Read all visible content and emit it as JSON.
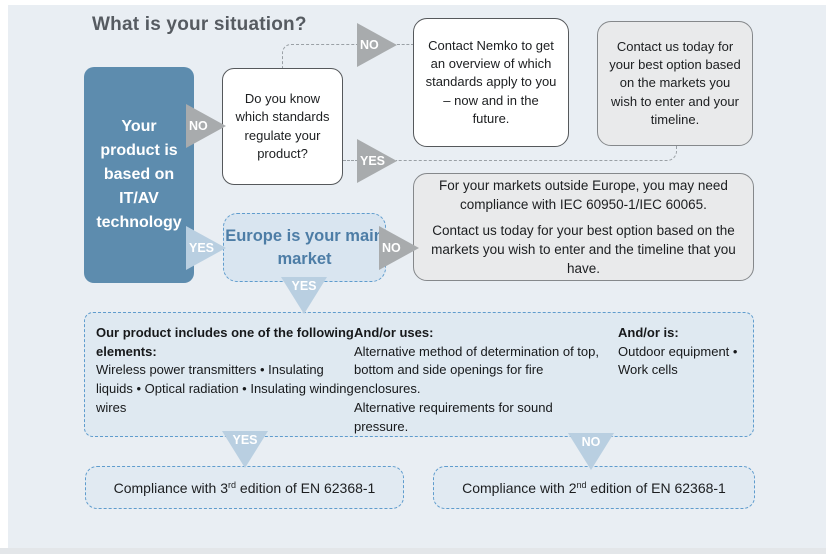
{
  "title": "What is your situation?",
  "labels": {
    "no": "NO",
    "yes": "YES"
  },
  "colors": {
    "background": "#e9eef3",
    "start_node": "#5d8cae",
    "gray_node": "#e9eaeb",
    "dashed_node_fill": "#dfe9f1",
    "dashed_border": "#5f9ccd",
    "arrow_gray": "#a8abad",
    "arrow_blue": "#b9cfe1",
    "europe_text": "#4d7da6"
  },
  "nodes": {
    "start": {
      "text": "Your product is based on IT/AV technology"
    },
    "question_standards": {
      "text": "Do you know which standards regulate your product?"
    },
    "contact_nemko": {
      "text": "Contact Nemko to get an overview of which standards apply to you – now and in the future."
    },
    "contact_today": {
      "text": "Contact us today for your best option based on the markets you wish to enter and your timeline."
    },
    "outside_europe": {
      "para1": "For your markets outside Europe, you may need compliance with IEC 60950-1/IEC 60065.",
      "para2": "Contact us today for your best option based on the markets you wish to enter and the timeline that you have."
    },
    "question_europe": {
      "text": "Europe is your main market"
    },
    "elements": {
      "col1_title": "Our product includes one of the following elements:",
      "col1_body": "Wireless power transmitters • Insulating liquids • Optical radiation • Insulating winding wires",
      "col2_title": "And/or uses:",
      "col2_body1": "Alternative method of determination of top, bottom and side openings for fire enclosures.",
      "col2_body2": "Alternative requirements for sound pressure.",
      "col3_title": "And/or is:",
      "col3_body": "Outdoor equipment • Work cells"
    },
    "result_yes": {
      "prefix": "Compliance with 3",
      "sup": "rd",
      "suffix": " edition of EN 62368-1"
    },
    "result_no": {
      "prefix": "Compliance with 2",
      "sup": "nd",
      "suffix": " edition of EN 62368-1"
    }
  }
}
